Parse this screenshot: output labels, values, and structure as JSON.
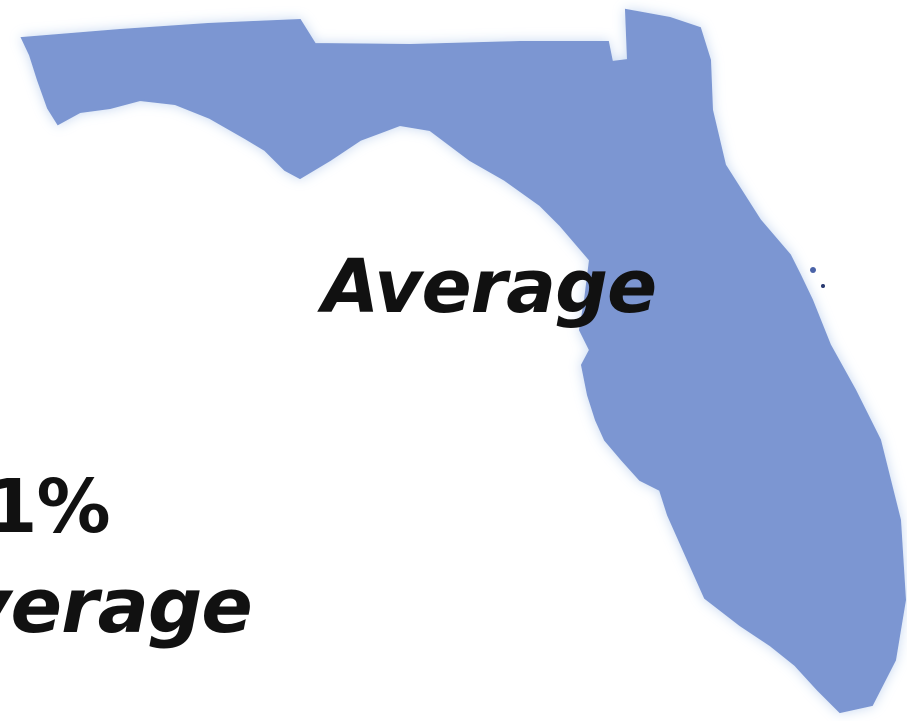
{
  "slide": {
    "text_line_1": "Average",
    "text_line_2": "1%",
    "text_line_3": "verage"
  },
  "map": {
    "icon": "florida-state-silhouette",
    "fill_color": "#7b96d2",
    "glow_color": "#c6d8f1"
  }
}
